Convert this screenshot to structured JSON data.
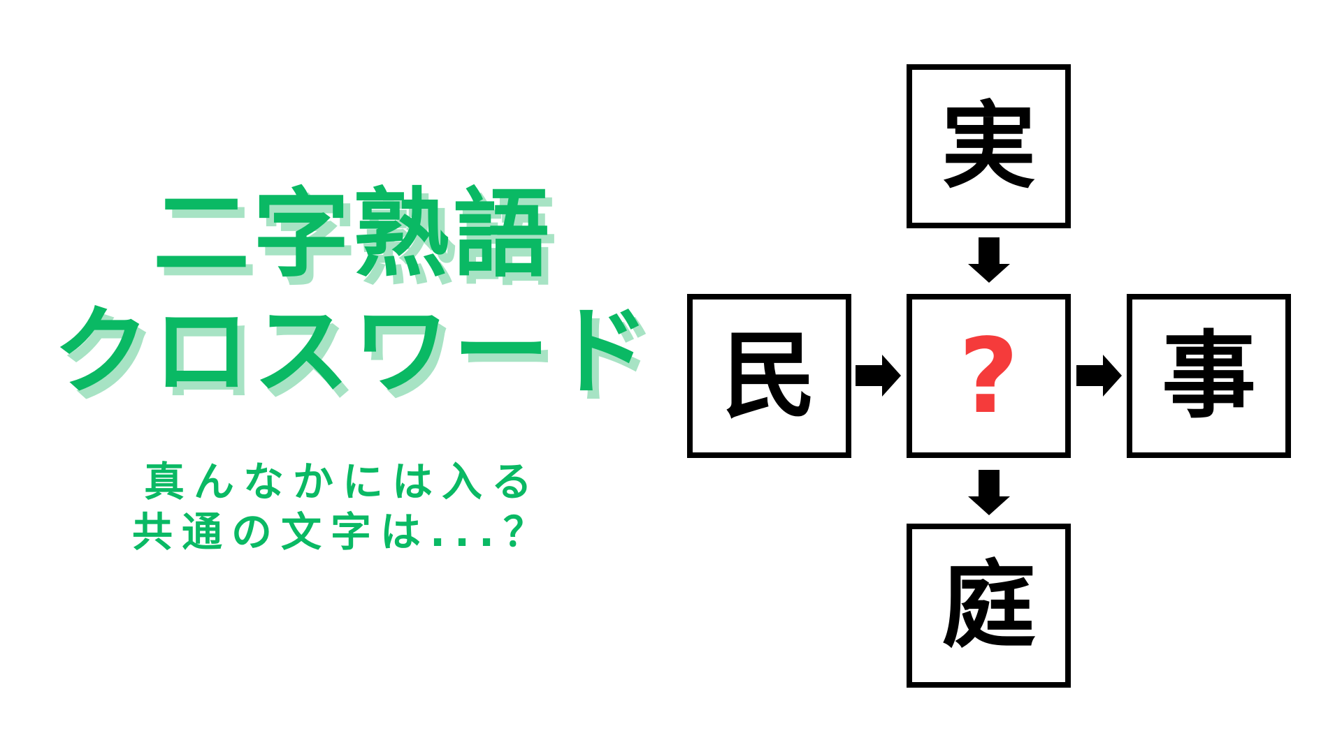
{
  "colors": {
    "background": "#ffffff",
    "title_green": "#0ab964",
    "title_shadow_green": "#a7e3c4",
    "question_red": "#f53b3b",
    "ink_black": "#000000"
  },
  "left_panel": {
    "title": {
      "line1": "二字熟語",
      "line2": "クロスワード"
    },
    "subtitle": {
      "line1": "真んなかには入る",
      "line2": "共通の文字は...？"
    }
  },
  "puzzle": {
    "cells": {
      "top": {
        "char": "実"
      },
      "left": {
        "char": "民"
      },
      "center": {
        "char": "?"
      },
      "right": {
        "char": "事"
      },
      "bottom": {
        "char": "庭"
      }
    },
    "arrows": [
      {
        "from": "top",
        "to": "center",
        "direction": "down"
      },
      {
        "from": "left",
        "to": "center",
        "direction": "right"
      },
      {
        "from": "center",
        "to": "right",
        "direction": "right"
      },
      {
        "from": "center",
        "to": "bottom",
        "direction": "down"
      }
    ]
  }
}
